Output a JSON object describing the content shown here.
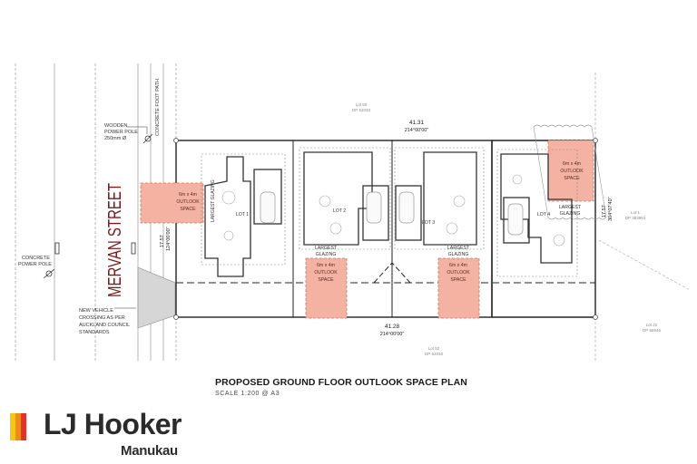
{
  "plan": {
    "title": "PROPOSED GROUND FLOOR OUTLOOK SPACE PLAN",
    "scale": "SCALE 1:200 @ A3",
    "street_name": "MERVAN STREET",
    "footpath_label": "CONCRETE FOOT PATH",
    "wooden_pole_label": [
      "WOODEN",
      "POWER POLE",
      "250mm Ø"
    ],
    "concrete_pole_label": [
      "CONCRETE",
      "POWER POLE"
    ],
    "vehicle_crossing_label": [
      "NEW VEHICLE",
      "CROSSING AS PER",
      "AUCKLAND COUNCIL",
      "STANDARDS"
    ],
    "dimensions": {
      "top": [
        "41.31",
        "214°00'00\""
      ],
      "bottom": [
        "41.28",
        "214°00'00\""
      ],
      "left": [
        "17.57",
        "124°00'00\""
      ],
      "right": [
        "17.57",
        "304°07'40\""
      ]
    },
    "neighbours": {
      "top": [
        "Lot 50",
        "DP 52033"
      ],
      "bottom": [
        "Lot 52",
        "DP 52033"
      ],
      "right": [
        "Lot 1",
        "DP 383953"
      ],
      "bottom_right": [
        "Lot 22",
        "DP 68946"
      ]
    },
    "lots": [
      {
        "label": "LOT 1",
        "outlook": [
          "6m x 4m",
          "OUTLOOK",
          "SPACE"
        ],
        "glazing": "LARGEST GLAZING"
      },
      {
        "label": "LOT 2",
        "outlook": [
          "6m x 4m",
          "OUTLOOK",
          "SPACE"
        ],
        "glazing": [
          "LARGEST",
          "GLAZING"
        ]
      },
      {
        "label": "LOT 3",
        "outlook": [
          "6m x 4m",
          "OUTLOOK",
          "SPACE"
        ],
        "glazing": [
          "LARGEST",
          "GLAZING"
        ]
      },
      {
        "label": "LOT 4",
        "outlook": [
          "6m x 4m",
          "OUTLOOK",
          "SPACE"
        ],
        "glazing": [
          "LARGEST",
          "GLAZING"
        ]
      }
    ],
    "colors": {
      "outlook_fill": "#f4b3a2",
      "outlook_stroke": "#d9705a",
      "street_text": "#7a1a1a",
      "line": "#222222"
    }
  },
  "logo": {
    "brand": "LJ Hooker",
    "office": "Manukau",
    "bar_colors": [
      "#f5c518",
      "#f08a1c",
      "#e4322b"
    ]
  }
}
